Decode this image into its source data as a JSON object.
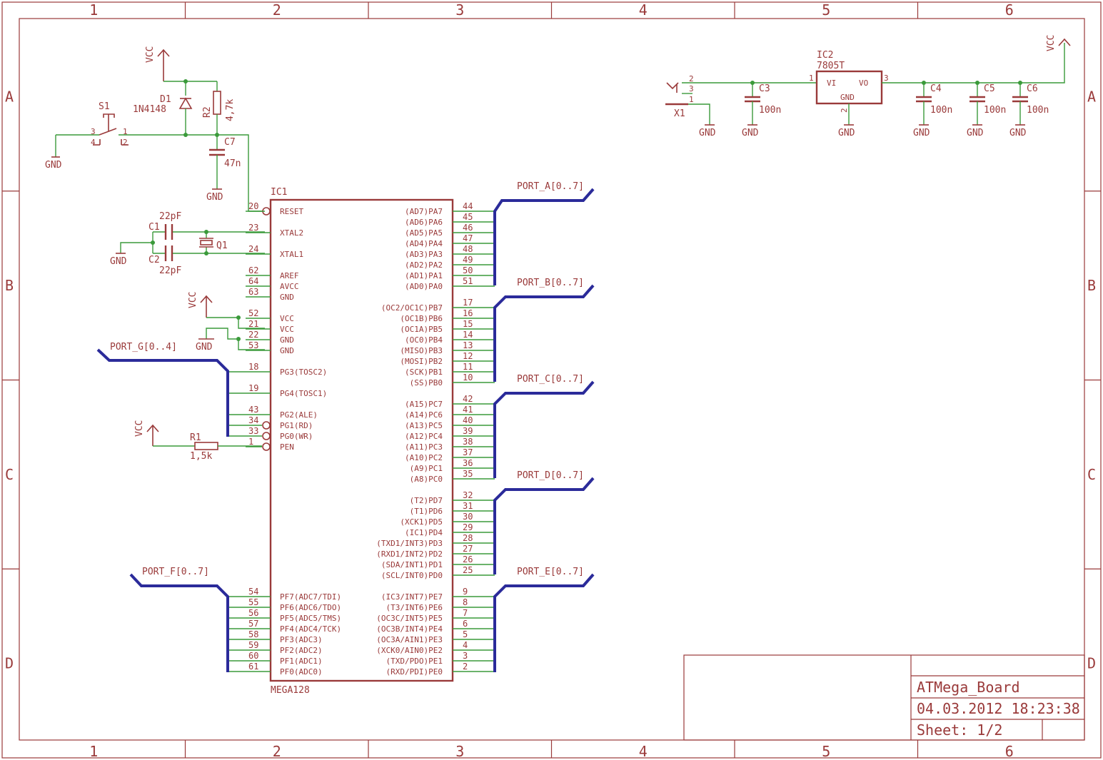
{
  "sheet": {
    "col_labels": [
      "1",
      "2",
      "3",
      "4",
      "5",
      "6"
    ],
    "row_labels": [
      "A",
      "B",
      "C",
      "D"
    ]
  },
  "title_block": {
    "name": "ATMega_Board",
    "datetime": "04.03.2012 18:23:38",
    "sheet": "Sheet: 1/2"
  },
  "ic1": {
    "ref": "IC1",
    "value": "MEGA128",
    "left_pins": [
      {
        "num": "20",
        "name": "RESET",
        "inv": true
      },
      {
        "num": "23",
        "name": "XTAL2"
      },
      {
        "num": "24",
        "name": "XTAL1"
      },
      {
        "num": "62",
        "name": "AREF"
      },
      {
        "num": "64",
        "name": "AVCC"
      },
      {
        "num": "63",
        "name": "GND"
      },
      {
        "num": "52",
        "name": "VCC"
      },
      {
        "num": "21",
        "name": "VCC"
      },
      {
        "num": "22",
        "name": "GND"
      },
      {
        "num": "53",
        "name": "GND"
      },
      {
        "num": "18",
        "name": "PG3(TOSC2)"
      },
      {
        "num": "19",
        "name": "PG4(TOSC1)"
      },
      {
        "num": "43",
        "name": "PG2(ALE)"
      },
      {
        "num": "34",
        "name": "PG1(RD)",
        "inv": true
      },
      {
        "num": "33",
        "name": "PG0(WR)",
        "inv": true
      },
      {
        "num": "1",
        "name": "PEN",
        "inv": true
      },
      {
        "num": "54",
        "name": "PF7(ADC7/TDI)"
      },
      {
        "num": "55",
        "name": "PF6(ADC6/TDO)"
      },
      {
        "num": "56",
        "name": "PF5(ADC5/TMS)"
      },
      {
        "num": "57",
        "name": "PF4(ADC4/TCK)"
      },
      {
        "num": "58",
        "name": "PF3(ADC3)"
      },
      {
        "num": "59",
        "name": "PF2(ADC2)"
      },
      {
        "num": "60",
        "name": "PF1(ADC1)"
      },
      {
        "num": "61",
        "name": "PF0(ADC0)"
      }
    ],
    "right_pins": [
      {
        "num": "44",
        "name": "(AD7)PA7"
      },
      {
        "num": "45",
        "name": "(AD6)PA6"
      },
      {
        "num": "46",
        "name": "(AD5)PA5"
      },
      {
        "num": "47",
        "name": "(AD4)PA4"
      },
      {
        "num": "48",
        "name": "(AD3)PA3"
      },
      {
        "num": "49",
        "name": "(AD2)PA2"
      },
      {
        "num": "50",
        "name": "(AD1)PA1"
      },
      {
        "num": "51",
        "name": "(AD0)PA0"
      },
      {
        "num": "17",
        "name": "(OC2/OC1C)PB7"
      },
      {
        "num": "16",
        "name": "(OC1B)PB6"
      },
      {
        "num": "15",
        "name": "(OC1A)PB5"
      },
      {
        "num": "14",
        "name": "(OC0)PB4"
      },
      {
        "num": "13",
        "name": "(MISO)PB3"
      },
      {
        "num": "12",
        "name": "(MOSI)PB2"
      },
      {
        "num": "11",
        "name": "(SCK)PB1"
      },
      {
        "num": "10",
        "name": "(SS)PB0"
      },
      {
        "num": "42",
        "name": "(A15)PC7"
      },
      {
        "num": "41",
        "name": "(A14)PC6"
      },
      {
        "num": "40",
        "name": "(A13)PC5"
      },
      {
        "num": "39",
        "name": "(A12)PC4"
      },
      {
        "num": "38",
        "name": "(A11)PC3"
      },
      {
        "num": "37",
        "name": "(A10)PC2"
      },
      {
        "num": "36",
        "name": "(A9)PC1"
      },
      {
        "num": "35",
        "name": "(A8)PC0"
      },
      {
        "num": "32",
        "name": "(T2)PD7"
      },
      {
        "num": "31",
        "name": "(T1)PD6"
      },
      {
        "num": "30",
        "name": "(XCK1)PD5"
      },
      {
        "num": "29",
        "name": "(IC1)PD4"
      },
      {
        "num": "28",
        "name": "(TXD1/INT3)PD3"
      },
      {
        "num": "27",
        "name": "(RXD1/INT2)PD2"
      },
      {
        "num": "26",
        "name": "(SDA/INT1)PD1"
      },
      {
        "num": "25",
        "name": "(SCL/INT0)PD0"
      },
      {
        "num": "9",
        "name": "(IC3/INT7)PE7"
      },
      {
        "num": "8",
        "name": "(T3/INT6)PE6"
      },
      {
        "num": "7",
        "name": "(OC3C/INT5)PE5"
      },
      {
        "num": "6",
        "name": "(OC3B/INT4)PE4"
      },
      {
        "num": "5",
        "name": "(OC3A/AIN1)PE3"
      },
      {
        "num": "4",
        "name": "(XCK0/AIN0)PE2"
      },
      {
        "num": "3",
        "name": "(TXD/PDO)PE1"
      },
      {
        "num": "2",
        "name": "(RXD/PDI)PE0"
      }
    ]
  },
  "buses": {
    "port_a": "PORT_A[0..7]",
    "port_b": "PORT_B[0..7]",
    "port_c": "PORT_C[0..7]",
    "port_d": "PORT_D[0..7]",
    "port_e": "PORT_E[0..7]",
    "port_g": "PORT_G[0..4]",
    "port_f": "PORT_F[0..7]"
  },
  "parts": {
    "d1_ref": "D1",
    "d1_val": "1N4148",
    "r2_ref": "R2",
    "r2_val": "4,7k",
    "c7_ref": "C7",
    "c7_val": "47n",
    "s1_ref": "S1",
    "c1_ref": "C1",
    "c1_val": "22pF",
    "c2_ref": "C2",
    "c2_val": "22pF",
    "q1_ref": "Q1",
    "r1_ref": "R1",
    "r1_val": "1,5k",
    "x1_ref": "X1",
    "ic2_ref": "IC2",
    "ic2_val": "7805T",
    "ic2_vi": "VI",
    "ic2_vo": "VO",
    "ic2_gnd": "GND",
    "c3_ref": "C3",
    "c4_ref": "C4",
    "c5_ref": "C5",
    "c6_ref": "C6",
    "cap_val": "100n"
  },
  "power": {
    "vcc": "VCC",
    "gnd": "GND"
  },
  "pin_numbers": {
    "s1": [
      "3",
      "4",
      "1",
      "2"
    ],
    "x1": [
      "2",
      "3",
      "1"
    ],
    "ic2": [
      "1",
      "3",
      "2"
    ]
  }
}
